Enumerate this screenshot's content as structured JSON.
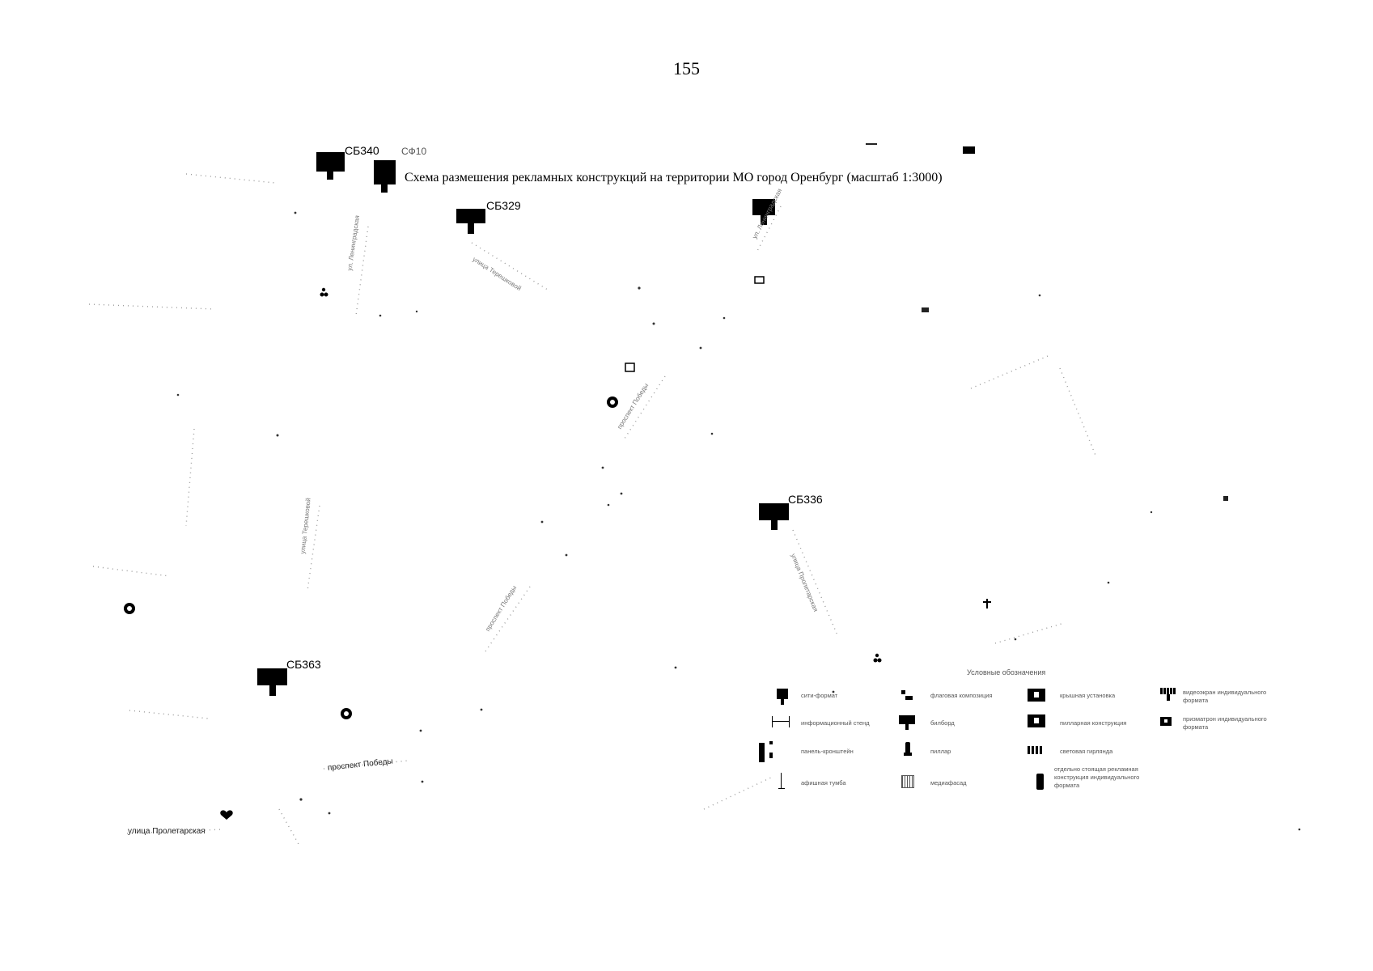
{
  "page_number": "155",
  "map": {
    "title": "Схема размешения рекламных конструкций на территории МО город Оренбург (масштаб 1:3000)",
    "construction_labels": [
      "СБ340",
      "СФ10",
      "СБ329",
      "СБ336",
      "СБ363"
    ],
    "streets": [
      "ул. Ленинградская",
      "улица Терешковой",
      "улица Терешковой",
      "ул. Ленинградская",
      "проспект Победы",
      "проспект Победы",
      "проспект Победы",
      "улица Пролетарская",
      "улица Пролетарская"
    ],
    "legend": {
      "title": "Условные обозначения",
      "items": [
        {
          "label": "сити-формат",
          "icon": "city-format-icon"
        },
        {
          "label": "флаговая композиция",
          "icon": "flag-composition-icon"
        },
        {
          "label": "крышная установка",
          "icon": "roof-installation-icon"
        },
        {
          "label": "видеоэкран индивидуального формата",
          "icon": "video-screen-icon"
        },
        {
          "label": "информационный стенд",
          "icon": "info-stand-icon"
        },
        {
          "label": "билборд",
          "icon": "billboard-icon"
        },
        {
          "label": "пилларная конструкция",
          "icon": "pillar-construction-icon"
        },
        {
          "label": "призматрон индивидуального формата",
          "icon": "prismatron-icon"
        },
        {
          "label": "панель-кронштейн",
          "icon": "panel-bracket-icon"
        },
        {
          "label": "пиллар",
          "icon": "pillar-icon"
        },
        {
          "label": "световая гирлянда",
          "icon": "light-garland-icon"
        },
        {
          "label": "афишная тумба",
          "icon": "poster-column-icon"
        },
        {
          "label": "медиафасад",
          "icon": "media-facade-icon"
        },
        {
          "label": "отдельно стоящая рекламная конструкция индивидуального формата",
          "icon": "individual-structure-icon"
        }
      ]
    },
    "colors": {
      "ink": "#000000",
      "faint": "#777777",
      "paper": "#ffffff"
    }
  }
}
